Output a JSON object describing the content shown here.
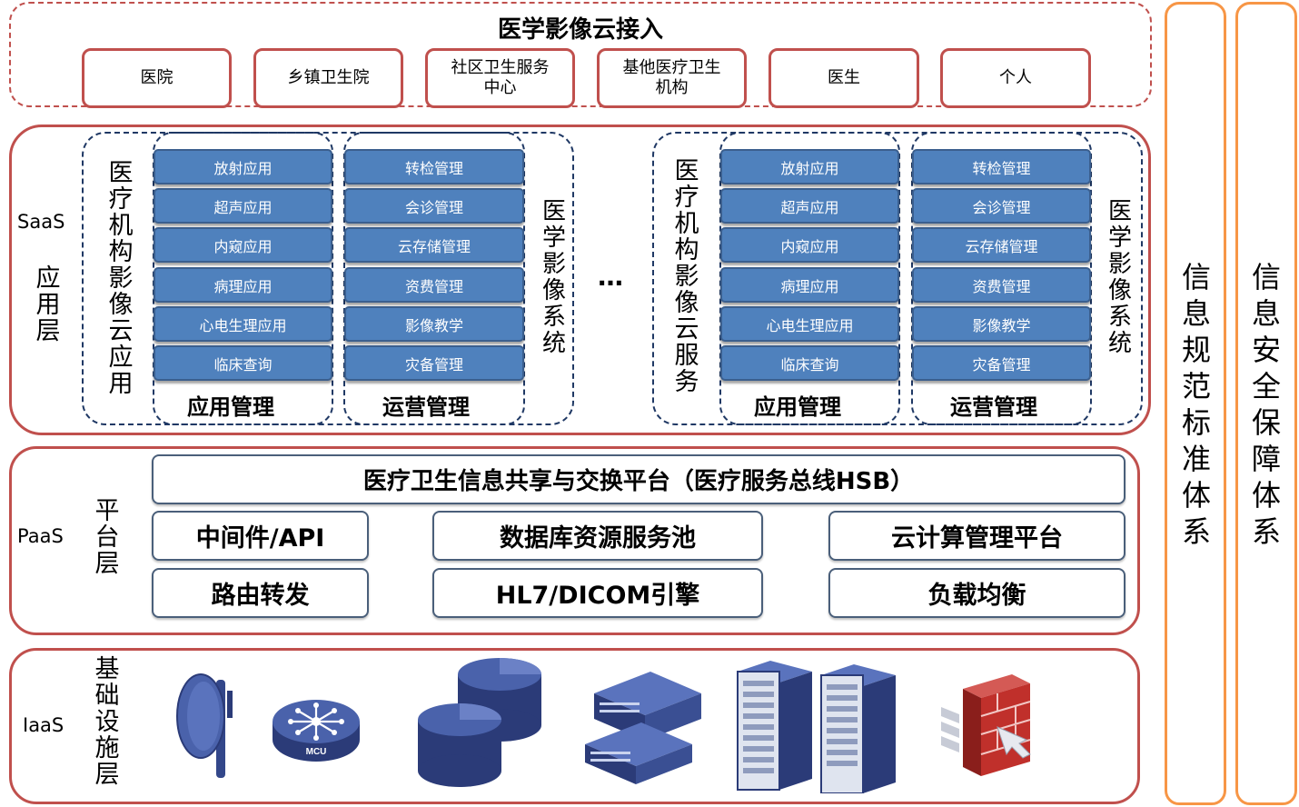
{
  "access": {
    "title": "医学影像云接入",
    "items": [
      [
        "医院"
      ],
      [
        "乡镇卫生院"
      ],
      [
        "社区卫生服务",
        "中心"
      ],
      [
        "基他医疗卫生",
        "机构"
      ],
      [
        "医生"
      ],
      [
        "个人"
      ]
    ]
  },
  "saas": {
    "label_en": "SaaS",
    "label_cn": [
      "应",
      "用",
      "层"
    ],
    "left_caption": [
      "医",
      "疗",
      "机",
      "构",
      "影",
      "像",
      "云",
      "应",
      "用"
    ],
    "middle_caption": [
      "医",
      "学",
      "影",
      "像",
      "系",
      "统"
    ],
    "right_left_caption": [
      "医",
      "疗",
      "机",
      "构",
      "影",
      "像",
      "云",
      "服",
      "务"
    ],
    "right_caption": [
      "医",
      "学",
      "影",
      "像",
      "系",
      "统"
    ],
    "ellipsis": "…",
    "app_modules": [
      "放射应用",
      "超声应用",
      "内窥应用",
      "病理应用",
      "心电生理应用",
      "临床查询"
    ],
    "ops_modules": [
      "转检管理",
      "会诊管理",
      "云存储管理",
      "资费管理",
      "影像教学",
      "灾备管理"
    ],
    "app_group_label": "应用管理",
    "ops_group_label": "运营管理"
  },
  "paas": {
    "label_en": "PaaS",
    "label_cn": [
      "平",
      "台",
      "层"
    ],
    "bus": "医疗卫生信息共享与交换平台（医疗服务总线HSB）",
    "row1": [
      "中间件/API",
      "数据库资源服务池",
      "云计算管理平台"
    ],
    "row2": [
      "路由转发",
      "HL7/DICOM引擎",
      "负载均衡"
    ]
  },
  "iaas": {
    "label_en": "IaaS",
    "label_cn": [
      "基",
      "础",
      "设",
      "施",
      "层"
    ],
    "icons": [
      "satellite-dish-icon",
      "mcu-router-icon",
      "database-icon",
      "storage-server-icon",
      "server-rack-icon",
      "firewall-icon"
    ],
    "mcu_text": "MCU"
  },
  "side": {
    "standards": [
      "信",
      "息",
      "规",
      "范",
      "标",
      "准",
      "体",
      "系"
    ],
    "security": [
      "信",
      "息",
      "安",
      "全",
      "保",
      "障",
      "体",
      "系"
    ]
  },
  "colors": {
    "frame_red": "#c0504d",
    "module_blue": "#4f81bd",
    "side_orange": "#f79646",
    "dash_navy": "#1f3864"
  }
}
